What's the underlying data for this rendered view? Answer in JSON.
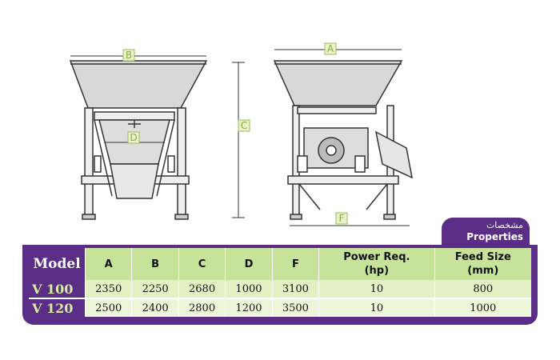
{
  "dimension_labels": {
    "a": "A",
    "b": "B",
    "c": "C",
    "d": "D",
    "f": "F"
  },
  "properties": {
    "title_fa": "مشخصات",
    "title_en": "Properties"
  },
  "table": {
    "headers": [
      "Model",
      "A",
      "B",
      "C",
      "D",
      "F",
      "Power Req.\n(hp)",
      "Feed Size\n(mm)"
    ],
    "rows": [
      [
        "V 100",
        "2350",
        "2250",
        "2680",
        "1000",
        "3100",
        "10",
        "800"
      ],
      [
        "V 120",
        "2500",
        "2400",
        "2800",
        "1200",
        "3500",
        "10",
        "1000"
      ]
    ]
  },
  "colors": {
    "frame": "#5a2d86",
    "header": "#c7e39a",
    "model_text": "#d6ec9f",
    "dimension": "#9cbb5a"
  }
}
